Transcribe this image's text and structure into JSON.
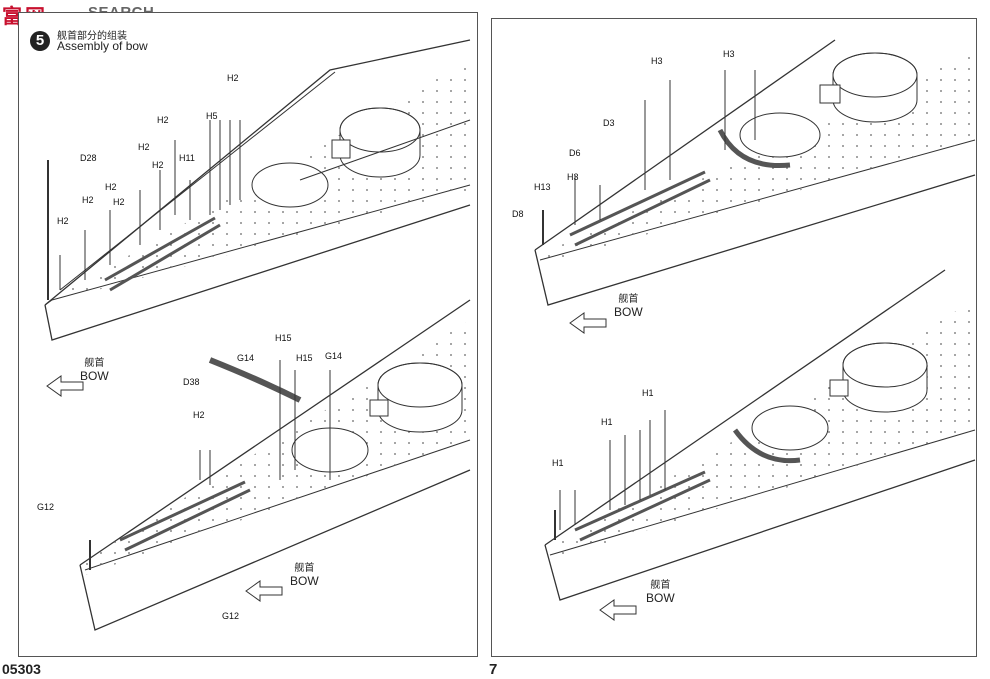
{
  "logo": {
    "cn": "富 网",
    "en": "SEARCH"
  },
  "step": {
    "number": "5",
    "title_cn": "舰首部分的组装",
    "title_en": "Assembly of bow"
  },
  "footer": {
    "code": "05303",
    "page": "7"
  },
  "bow_label": {
    "cn": "舰首",
    "en": "BOW"
  },
  "panel1": {
    "parts": [
      "D28",
      "H2",
      "H2",
      "H2",
      "H2",
      "H2",
      "H2",
      "H2",
      "H2",
      "H5",
      "H11"
    ]
  },
  "panel2": {
    "parts": [
      "H15",
      "G14",
      "H15",
      "G14",
      "D38",
      "H2",
      "G12",
      "G12"
    ]
  },
  "panel3": {
    "parts": [
      "H3",
      "H3",
      "D3",
      "D6",
      "H3",
      "H13",
      "D8"
    ]
  },
  "panel4": {
    "parts": [
      "H1",
      "H1",
      "H1"
    ]
  }
}
